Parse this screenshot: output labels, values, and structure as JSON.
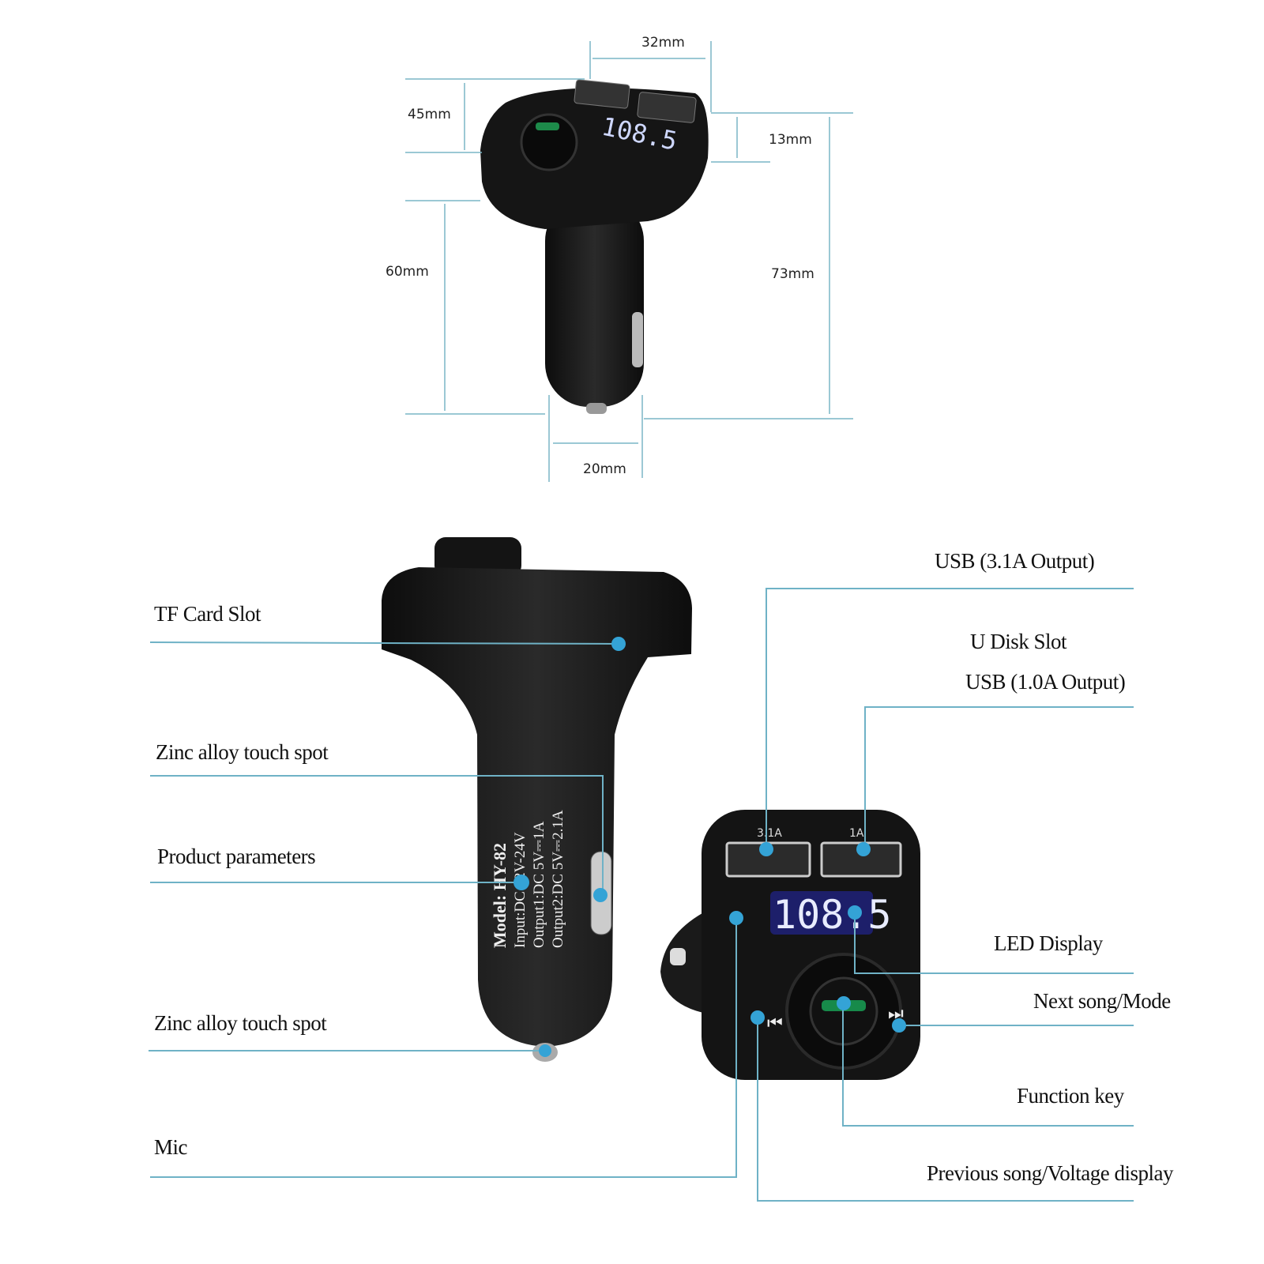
{
  "dimensions": {
    "width_top": "32mm",
    "head_height": "45mm",
    "port_depth": "13mm",
    "stem_length": "60mm",
    "total_length": "73mm",
    "stem_width": "20mm"
  },
  "device": {
    "led_value": "108.5",
    "usb_left_label": "3.1A",
    "usb_right_label": "1A",
    "params": [
      "Model: HY-82",
      "Input:DC 12V-24V",
      "Output1:DC 5V⎓1A",
      "Output2:DC 5V⎓2.1A"
    ]
  },
  "callouts_left": {
    "tf_card": "TF Card Slot",
    "zinc_top": "Zinc alloy touch spot",
    "params": "Product parameters",
    "zinc_bottom": "Zinc alloy touch spot",
    "mic": "Mic"
  },
  "callouts_right": {
    "usb_31": "USB  (3.1A Output)",
    "u_disk": "U Disk Slot",
    "usb_10": "USB (1.0A Output)",
    "led": "LED Display",
    "next": "Next song/Mode",
    "function": "Function key",
    "prev": "Previous song/Voltage display"
  },
  "colors": {
    "line": "#6fb2c6",
    "dot": "#34a3d6",
    "body": "#1a1a1a"
  }
}
